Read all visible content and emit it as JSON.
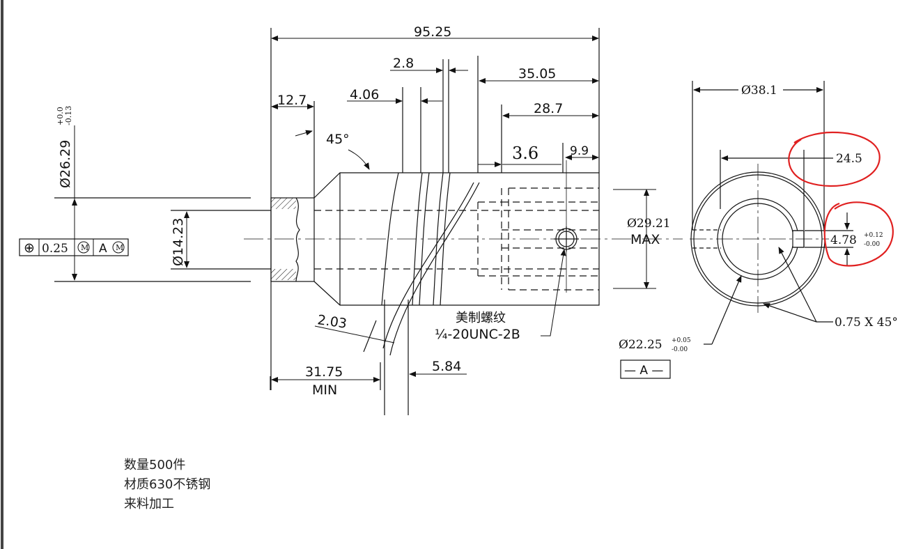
{
  "dimensions": {
    "overall_length": "95.25",
    "groove_width": "2.8",
    "pitch": "4.06",
    "chamfer_length": "12.7",
    "chamfer_angle": "45°",
    "hole_depth": "35.05",
    "slot_depth": "28.7",
    "thread_offset": "3.6",
    "thread_end": "9.9",
    "outer_dia": "Ø26.29",
    "outer_dia_tol_upper": "+0.0",
    "outer_dia_tol_lower": "-0.13",
    "bore_dia": "Ø14.23",
    "max_dia": "Ø29.21",
    "max_dia_note": "MAX",
    "groove_depth": "2.03",
    "min_length": "31.75",
    "min_length_note": "MIN",
    "groove_pos": "5.84"
  },
  "feature_control_frame": {
    "symbol": "⊕",
    "tolerance": "0.25",
    "modifier": "M",
    "datum": "A",
    "datum_modifier": "M"
  },
  "thread_callout": {
    "label_cn": "美制螺纹",
    "spec": "¼-20UNC-2B"
  },
  "end_view": {
    "outer_dia": "Ø38.1",
    "keyway_span": "24.5",
    "keyway_width": "4.78",
    "keyway_tol_upper": "+0.12",
    "keyway_tol_lower": "-0.00",
    "bore_dia": "Ø22.25",
    "bore_tol_upper": "+0.05",
    "bore_tol_lower": "-0.00",
    "chamfer": "0.75 X  45°",
    "datum_label": "— A —"
  },
  "notes": {
    "quantity": "数量500件",
    "material": "材质630不锈钢",
    "process": "来料加工"
  },
  "colors": {
    "line": "#111111",
    "markup": "#e02020"
  }
}
